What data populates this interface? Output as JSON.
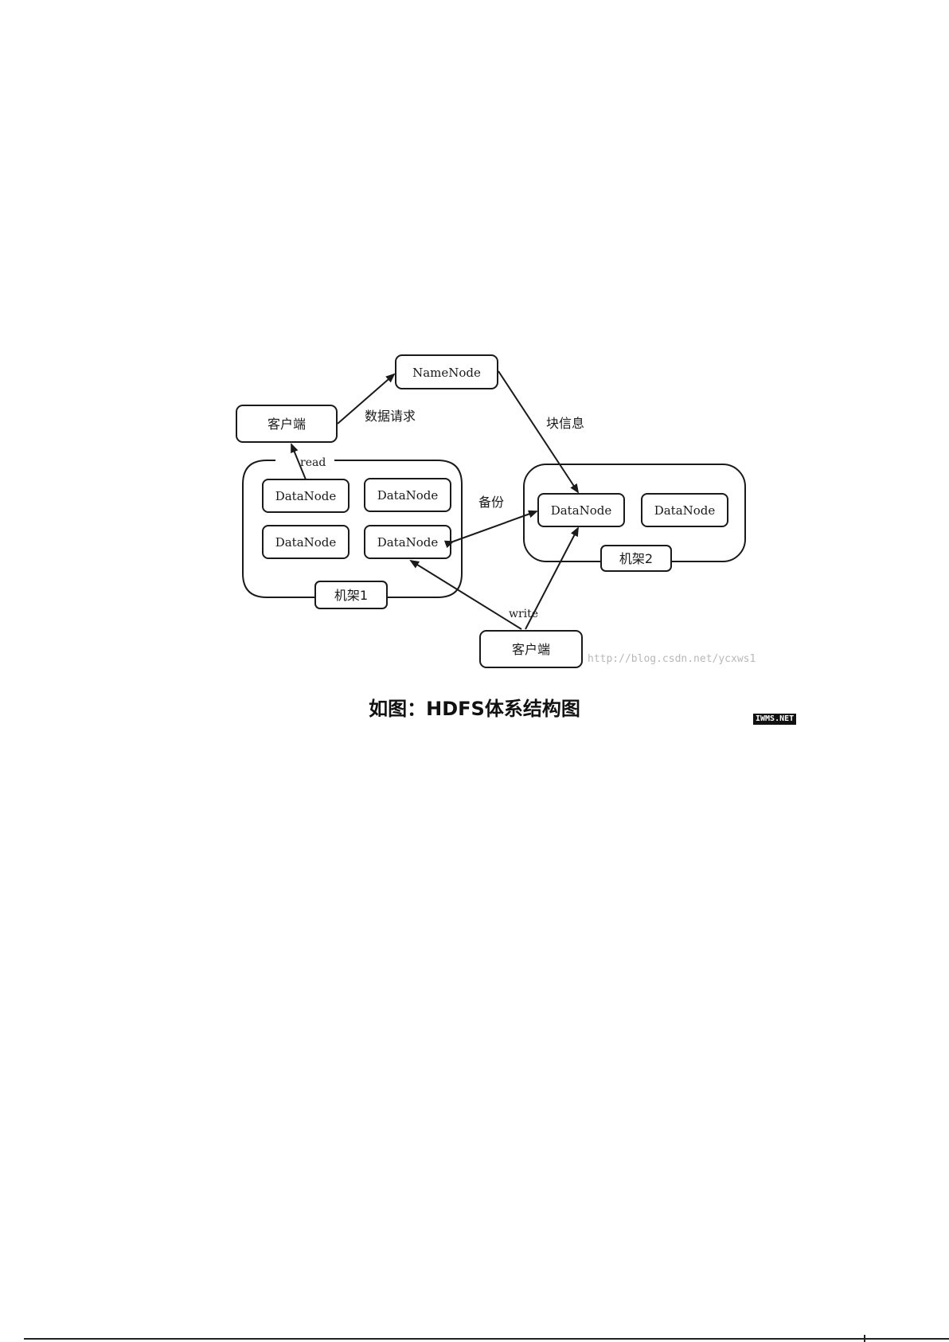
{
  "nodes": {
    "namenode": "NameNode",
    "client_top": "客户端",
    "client_bottom": "客户端",
    "rack1": {
      "label": "机架1",
      "datanodes": [
        "DataNode",
        "DataNode",
        "DataNode",
        "DataNode"
      ]
    },
    "rack2": {
      "label": "机架2",
      "datanodes": [
        "DataNode",
        "DataNode"
      ]
    }
  },
  "edges": {
    "data_request": "数据请求",
    "block_info": "块信息",
    "backup": "备份",
    "read": "read",
    "write": "write"
  },
  "watermark": "http://blog.csdn.net/ycxws1",
  "caption": "如图：HDFS体系结构图",
  "logo": "IWMS.NET"
}
